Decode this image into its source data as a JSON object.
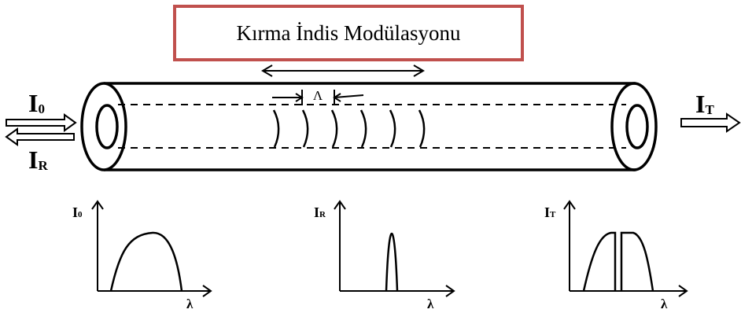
{
  "title_box": {
    "label": "Kırma İndis Modülasyonu",
    "border_color": "#c0504d"
  },
  "grating_period": {
    "symbol": "Λ"
  },
  "beams": {
    "incident": {
      "main": "I",
      "sub": "0"
    },
    "reflected": {
      "main": "I",
      "sub": "R"
    },
    "transmitted": {
      "main": "I",
      "sub": "T"
    }
  },
  "plots": [
    {
      "ylabel_main": "I",
      "ylabel_sub": "0",
      "xlabel": "λ",
      "shape": "broad-spectrum"
    },
    {
      "ylabel_main": "I",
      "ylabel_sub": "R",
      "xlabel": "λ",
      "shape": "narrow-peak"
    },
    {
      "ylabel_main": "I",
      "ylabel_sub": "T",
      "xlabel": "λ",
      "shape": "notched-spectrum"
    }
  ]
}
